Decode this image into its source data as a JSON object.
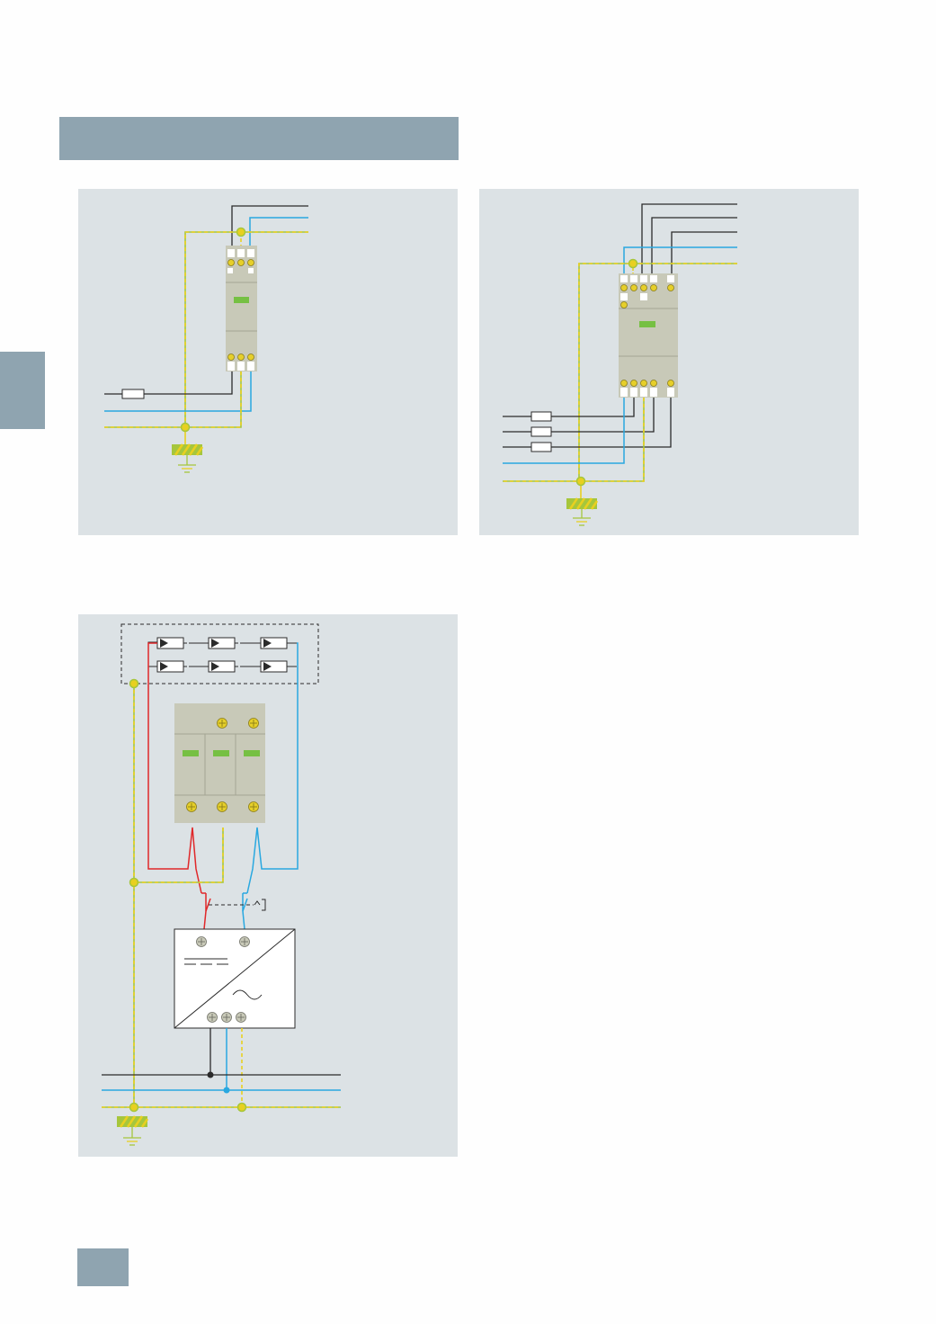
{
  "colors": {
    "page_background": "#fefefe",
    "accent_bar": "#8fa4b0",
    "panel_background": "#dce2e5",
    "device_body": "#c8c9b8",
    "device_line": "#a3a593",
    "indicator_green": "#76c043",
    "terminal_yellow": "#e6cf2a",
    "phase_black": "#2b2b2b",
    "neutral_blue": "#29a8e0",
    "pe_yellow": "#e8d020",
    "pe_green": "#a6c63c",
    "dc_red": "#e0282a",
    "dc_blue": "#29a8e0",
    "fuse_outline": "#2b2b2b"
  },
  "diagrams": [
    {
      "id": "single-phase-arrester",
      "symbols": [
        "arrester-module",
        "fuse",
        "earth-busbar",
        "ground-symbol"
      ]
    },
    {
      "id": "three-phase-arrester",
      "symbols": [
        "arrester-module",
        "fuse",
        "earth-busbar",
        "ground-symbol"
      ]
    },
    {
      "id": "pv-arrester",
      "symbols": [
        "pv-string",
        "arrester-module",
        "dc-switch",
        "inverter",
        "earth-busbar",
        "ground-symbol"
      ]
    }
  ]
}
